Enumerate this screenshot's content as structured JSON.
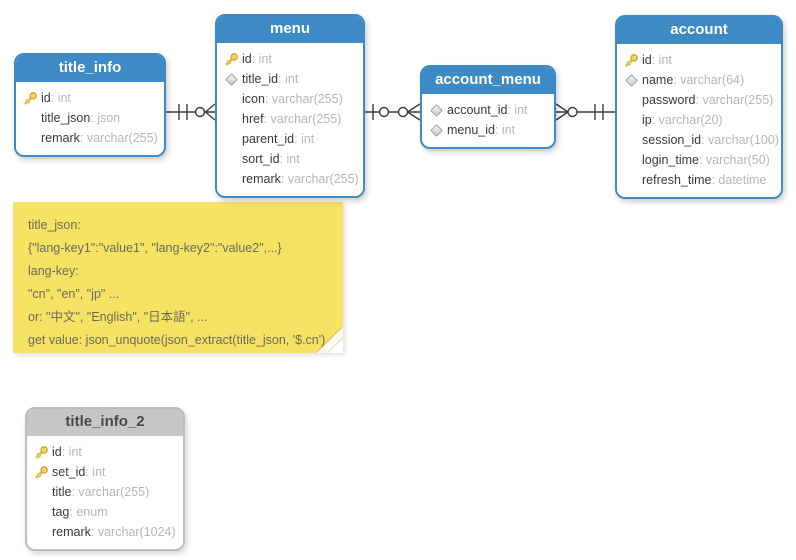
{
  "colors": {
    "header_blue": "#3e8ac5",
    "header_gray": "#c6c6c6",
    "header_gray_text": "#4a4a4a",
    "note_bg": "#f6e263",
    "note_text": "#6b6b5d",
    "connector": "#3b3b3b",
    "field_name": "#3a3a3a",
    "field_type": "#b6b6b6",
    "key_icon_gold": "#f9d84e"
  },
  "entities": {
    "title_info": {
      "title": "title_info",
      "fields": [
        {
          "icon": "key",
          "name": "id",
          "type": "int"
        },
        {
          "icon": "none",
          "name": "title_json",
          "type": "json"
        },
        {
          "icon": "none",
          "name": "remark",
          "type": "varchar(255)"
        }
      ]
    },
    "menu": {
      "title": "menu",
      "fields": [
        {
          "icon": "key",
          "name": "id",
          "type": "int"
        },
        {
          "icon": "diamond",
          "name": "title_id",
          "type": "int"
        },
        {
          "icon": "none",
          "name": "icon",
          "type": "varchar(255)"
        },
        {
          "icon": "none",
          "name": "href",
          "type": "varchar(255)"
        },
        {
          "icon": "none",
          "name": "parent_id",
          "type": "int"
        },
        {
          "icon": "none",
          "name": "sort_id",
          "type": "int"
        },
        {
          "icon": "none",
          "name": "remark",
          "type": "varchar(255)"
        }
      ]
    },
    "account_menu": {
      "title": "account_menu",
      "fields": [
        {
          "icon": "diamond",
          "name": "account_id",
          "type": "int"
        },
        {
          "icon": "diamond",
          "name": "menu_id",
          "type": "int"
        }
      ]
    },
    "account": {
      "title": "account",
      "fields": [
        {
          "icon": "key",
          "name": "id",
          "type": "int"
        },
        {
          "icon": "diamond",
          "name": "name",
          "type": "varchar(64)"
        },
        {
          "icon": "none",
          "name": "password",
          "type": "varchar(255)"
        },
        {
          "icon": "none",
          "name": "ip",
          "type": "varchar(20)"
        },
        {
          "icon": "none",
          "name": "session_id",
          "type": "varchar(100)"
        },
        {
          "icon": "none",
          "name": "login_time",
          "type": "varchar(50)"
        },
        {
          "icon": "none",
          "name": "refresh_time",
          "type": "datetime"
        }
      ]
    },
    "title_info_2": {
      "title": "title_info_2",
      "fields": [
        {
          "icon": "key",
          "name": "id",
          "type": "int"
        },
        {
          "icon": "key",
          "name": "set_id",
          "type": "int"
        },
        {
          "icon": "none",
          "name": "title",
          "type": "varchar(255)"
        },
        {
          "icon": "none",
          "name": "tag",
          "type": "enum"
        },
        {
          "icon": "none",
          "name": "remark",
          "type": "varchar(1024)"
        }
      ]
    }
  },
  "note": {
    "lines": [
      "title_json:",
      "{\"lang-key1\":\"value1\", \"lang-key2\":\"value2\",...}",
      "lang-key:",
      "\"cn\", \"en\", \"jp\" ...",
      "or: \"中文\", \"English\", \"日本語\", ...",
      "get value: json_unquote(json_extract(title_json, '$.cn')"
    ]
  },
  "relationships": [
    {
      "from": "title_info",
      "to": "menu",
      "from_cardinality": "exactly-one",
      "to_cardinality": "zero-or-many"
    },
    {
      "from": "menu",
      "to": "account_menu",
      "from_cardinality": "zero-or-one",
      "to_cardinality": "zero-or-many"
    },
    {
      "from": "account_menu",
      "to": "account",
      "from_cardinality": "zero-or-many",
      "to_cardinality": "exactly-one"
    }
  ]
}
